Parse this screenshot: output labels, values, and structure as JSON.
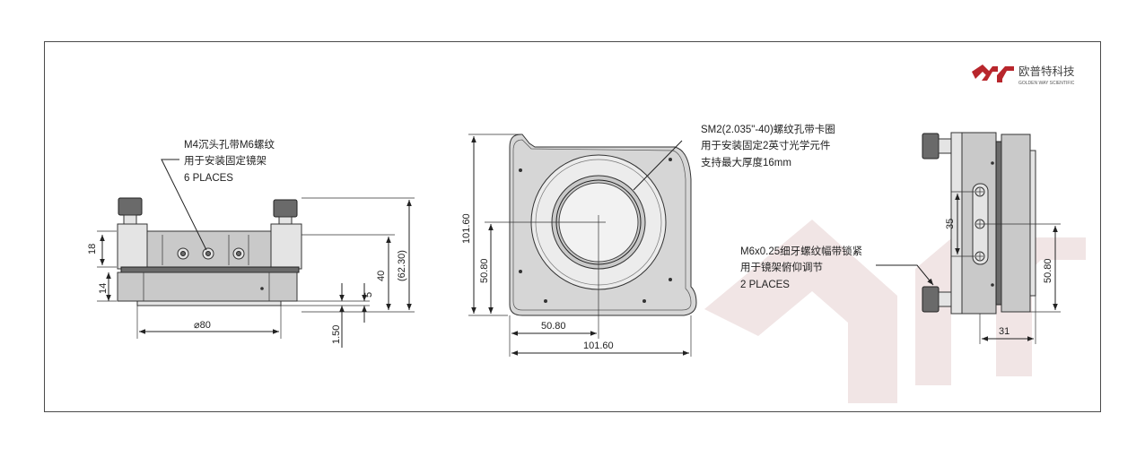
{
  "brand": {
    "name_cn": "欧普特科技",
    "name_en": "GOLDEN WAY SCIENTIFIC",
    "accent_color": "#b8262c"
  },
  "side_view": {
    "note_lines": [
      "M4沉头孔带M6螺纹",
      "用于安装固定镜架",
      "6 PLACES"
    ],
    "dims": {
      "h18": "18",
      "h14": "14",
      "h40": "40",
      "h62": "(62.30)",
      "h5": "5",
      "h150": "1.50",
      "dia80": "⌀80"
    }
  },
  "front_view": {
    "note_lines": [
      "SM2(2.035\"-40)螺纹孔带卡圈",
      "用于安装固定2英寸光学元件",
      "支持最大厚度16mm"
    ],
    "dims": {
      "v101": "101.60",
      "v50": "50.80",
      "h50": "50.80",
      "h101": "101.60"
    }
  },
  "right_view": {
    "note_lines": [
      "M6x0.25细牙螺纹幅带锁紧",
      "用于镜架俯仰调节",
      "2 PLACES"
    ],
    "dims": {
      "v35": "35",
      "v50": "50.80",
      "h31": "31"
    }
  }
}
